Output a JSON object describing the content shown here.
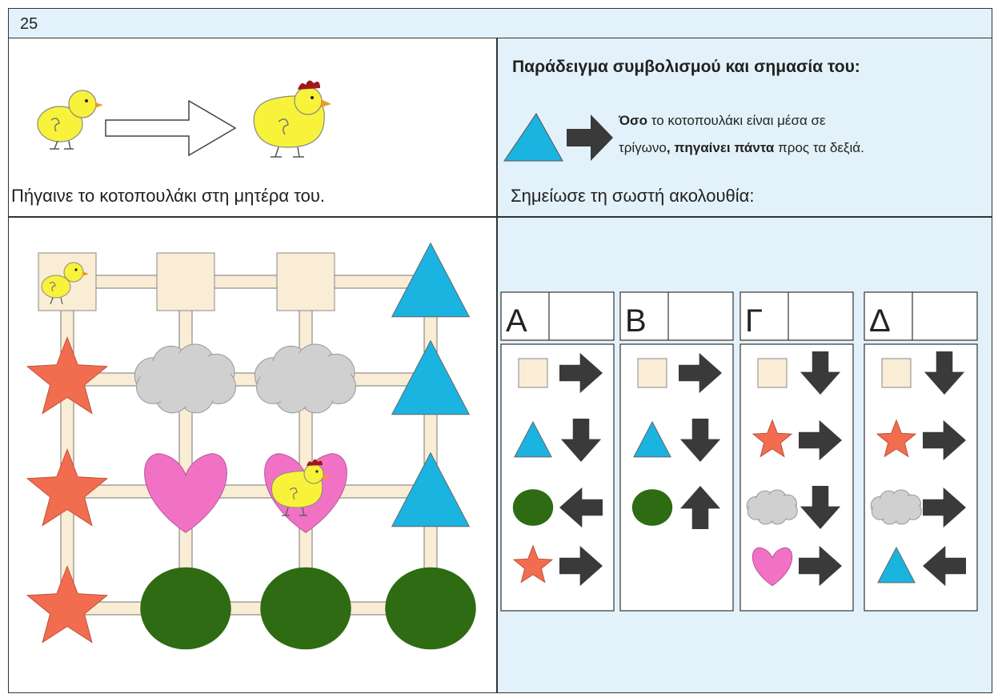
{
  "task_number": "25",
  "left_instruction": "Πήγαινε το κοτοπουλάκι στη μητέρα του.",
  "example": {
    "heading": "Παράδειγμα συμβολισμού και σημασία του:",
    "line1_bold": "Όσο",
    "line1_rest": " το κοτοπουλάκι είναι μέσα σε",
    "line2_a": "τρίγωνο",
    "line2_b": ", πηγαίνει ",
    "line2_bold": "πάντα",
    "line2_c": " προς τα δεξιά."
  },
  "prompt": "Σημείωσε τη σωστή ακολουθία:",
  "options": [
    {
      "label": "Α",
      "rules": [
        [
          "square",
          "right"
        ],
        [
          "triangle",
          "down"
        ],
        [
          "circle",
          "left"
        ],
        [
          "star",
          "right"
        ]
      ]
    },
    {
      "label": "Β",
      "rules": [
        [
          "square",
          "right"
        ],
        [
          "triangle",
          "down"
        ],
        [
          "circle",
          "up"
        ]
      ]
    },
    {
      "label": "Γ",
      "rules": [
        [
          "square",
          "down"
        ],
        [
          "star",
          "right"
        ],
        [
          "cloud",
          "down"
        ],
        [
          "heart",
          "right"
        ]
      ]
    },
    {
      "label": "Δ",
      "rules": [
        [
          "square",
          "down"
        ],
        [
          "star",
          "right"
        ],
        [
          "cloud",
          "right"
        ],
        [
          "triangle",
          "left"
        ]
      ]
    }
  ],
  "grid": [
    [
      "square",
      "square",
      "square",
      "triangle"
    ],
    [
      "star",
      "cloud",
      "cloud",
      "triangle"
    ],
    [
      "star",
      "heart",
      "heart",
      "triangle"
    ],
    [
      "star",
      "circle",
      "circle",
      "circle"
    ]
  ],
  "colors": {
    "panel_blue": "#e3f2fa",
    "square": "#faedd6",
    "triangle": "#1bb3e0",
    "star": "#f26d50",
    "cloud": "#d0d0d0",
    "heart": "#f172c4",
    "circle": "#2e6b12",
    "arrow": "#3a3a3a",
    "chick": "#f8f23a"
  }
}
